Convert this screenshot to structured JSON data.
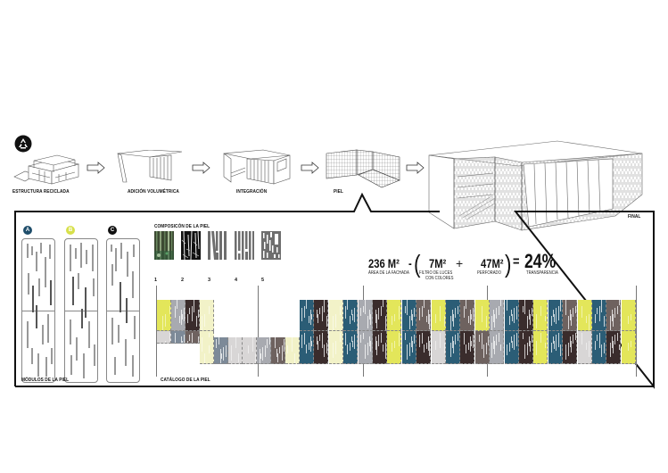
{
  "process": {
    "steps": [
      {
        "label": "ESTRUCTURA RECICLADA",
        "icon": "recycle-icon"
      },
      {
        "label": "ADICIÓN VOLUMÉTRICA"
      },
      {
        "label": "INTEGRACIÓN"
      },
      {
        "label": "PIEL"
      },
      {
        "label": "FINAL"
      }
    ]
  },
  "modules": {
    "title": "MÓDULOS DE LA PIEL",
    "items": [
      {
        "letter": "A",
        "color": "#1f4e6b"
      },
      {
        "letter": "B",
        "color": "#d7e04a"
      },
      {
        "letter": "C",
        "color": "#111111"
      }
    ]
  },
  "composition": {
    "title": "COMPOSICÓN DE LA PIEL",
    "steps": [
      "1",
      "2",
      "3",
      "4",
      "5"
    ]
  },
  "equation": {
    "facade_area": "236 M²",
    "facade_area_label": "ÁREA DE LA FACHADA",
    "minus": "-",
    "open_paren": "(",
    "light_filter": "7M²",
    "light_filter_label_1": "FILTRO DE LUCES",
    "light_filter_label_2": "CON COLORES",
    "plus": "+",
    "perforated": "47M²",
    "perforated_label": "PERFORADO",
    "close_paren": ")",
    "equals": "=",
    "result": "24%",
    "result_label": "TRANSPARENCIA"
  },
  "catalog": {
    "title": "CATÁLOGO DE LA PIEL",
    "colors": {
      "teal": "#2b5d76",
      "brown": "#3a2c2c",
      "taupe": "#6e625f",
      "yellow": "#e3e65a",
      "paleyellow": "#f2f2c8",
      "grey": "#a8aab0",
      "lightgrey": "#d8d6d6",
      "slate": "#7d8a98",
      "bluegrey": "#8c9aa6"
    }
  }
}
